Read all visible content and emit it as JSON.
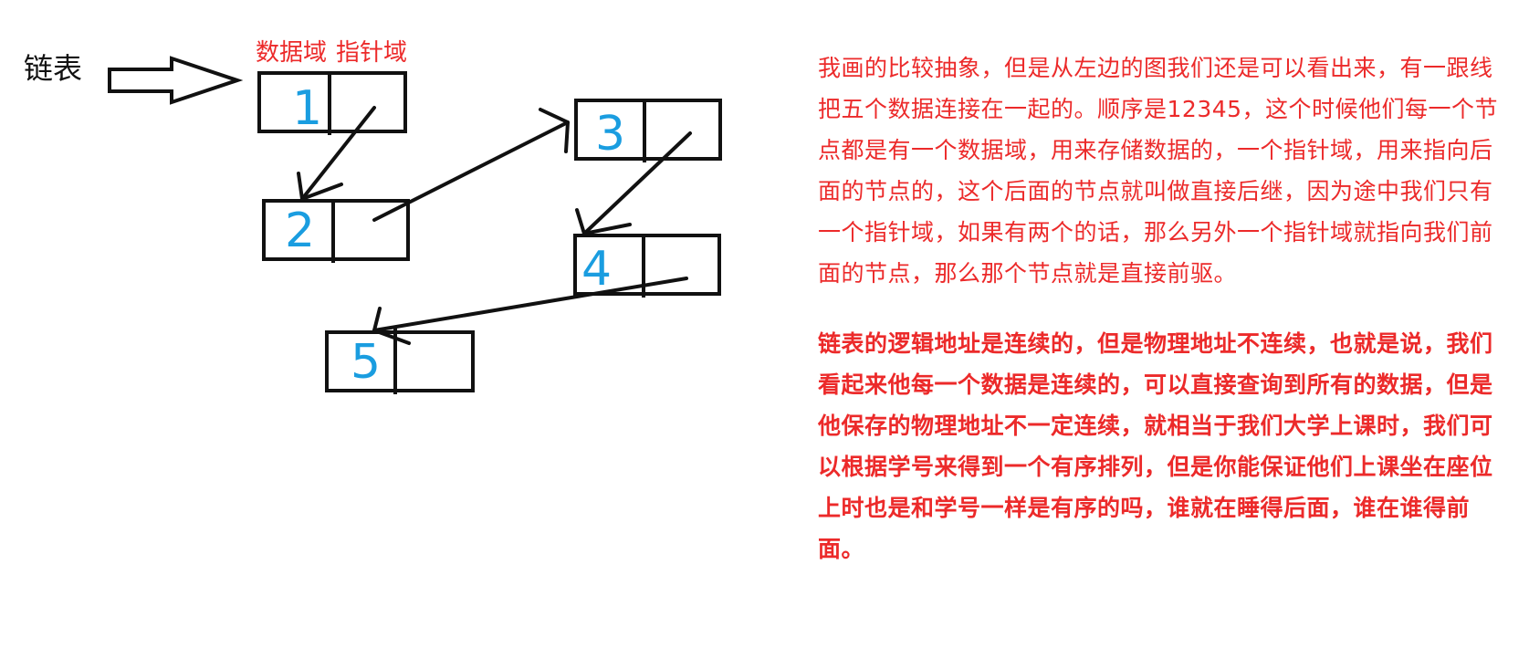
{
  "diagram": {
    "title": "链表",
    "labels": {
      "data_field": "数据域",
      "pointer_field": "指针域"
    },
    "nodes": [
      "1",
      "2",
      "3",
      "4",
      "5"
    ],
    "colors": {
      "ink": "#111111",
      "numbers": "#1a9de0",
      "labels": "#ec2a2a"
    }
  },
  "text": {
    "paragraph1": "我画的比较抽象，但是从左边的图我们还是可以看出来，有一跟线把五个数据连接在一起的。顺序是12345，这个时候他们每一个节点都是有一个数据域，用来存储数据的，一个指针域，用来指向后面的节点的，这个后面的节点就叫做直接后继，因为途中我们只有一个指针域，如果有两个的话，那么另外一个指针域就指向我们前面的节点，那么那个节点就是直接前驱。",
    "paragraph2": "链表的逻辑地址是连续的，但是物理地址不连续，也就是说，我们看起来他每一个数据是连续的，可以直接查询到所有的数据，但是他保存的物理地址不一定连续，就相当于我们大学上课时，我们可以根据学号来得到一个有序排列，但是你能保证他们上课坐在座位上时也是和学号一样是有序的吗，谁就在睡得后面，谁在谁得前面。"
  }
}
